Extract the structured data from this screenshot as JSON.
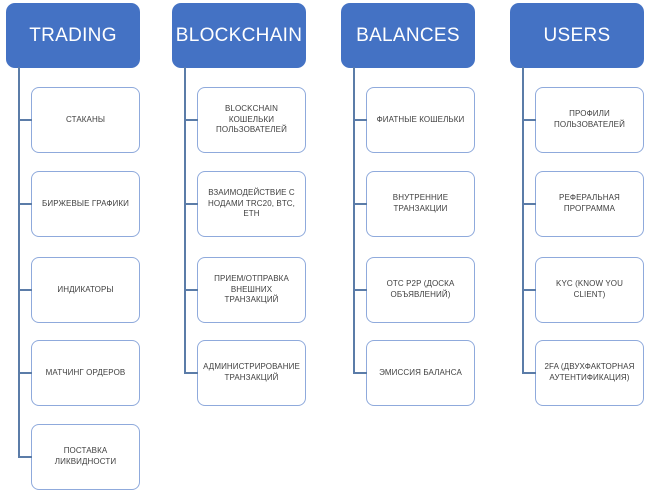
{
  "diagram": {
    "title_implicit": "Crypto exchange feature map",
    "colors": {
      "header_fill": "#4472C4",
      "header_text": "#FFFFFF",
      "node_border": "#8FAADC",
      "node_text": "#3F3F3F",
      "connector": "#5B7CA8"
    },
    "columns": [
      {
        "title": "TRADING",
        "items": [
          "СТАКАНЫ",
          "БИРЖЕВЫЕ ГРАФИКИ",
          "ИНДИКАТОРЫ",
          "МАТЧИНГ ОРДЕРОВ",
          "ПОСТАВКА ЛИКВИДНОСТИ"
        ]
      },
      {
        "title": "BLOCKCHAIN",
        "items": [
          "BLOCKCHAIN КОШЕЛЬКИ ПОЛЬЗОВАТЕЛЕЙ",
          "ВЗАИМОДЕЙСТВИЕ С НОДАМИ TRC20, BTC, ETH",
          "ПРИЕМ/ОТПРАВКА ВНЕШНИХ ТРАНЗАКЦИЙ",
          "АДМИНИСТРИРОВАНИЕ ТРАНЗАКЦИЙ"
        ]
      },
      {
        "title": "BALANCES",
        "items": [
          "ФИАТНЫЕ КОШЕЛЬКИ",
          "ВНУТРЕННИЕ ТРАНЗАКЦИИ",
          "OTC P2P (ДОСКА ОБЪЯВЛЕНИЙ)",
          "ЭМИССИЯ БАЛАНСА"
        ]
      },
      {
        "title": "USERS",
        "items": [
          "ПРОФИЛИ ПОЛЬЗОВАТЕЛЕЙ",
          "РЕФЕРАЛЬНАЯ ПРОГРАММА",
          "KYC (KNOW YOU CLIENT)",
          "2FA (ДВУХФАКТОРНАЯ АУТЕНТИФИКАЦИЯ)"
        ]
      }
    ]
  }
}
